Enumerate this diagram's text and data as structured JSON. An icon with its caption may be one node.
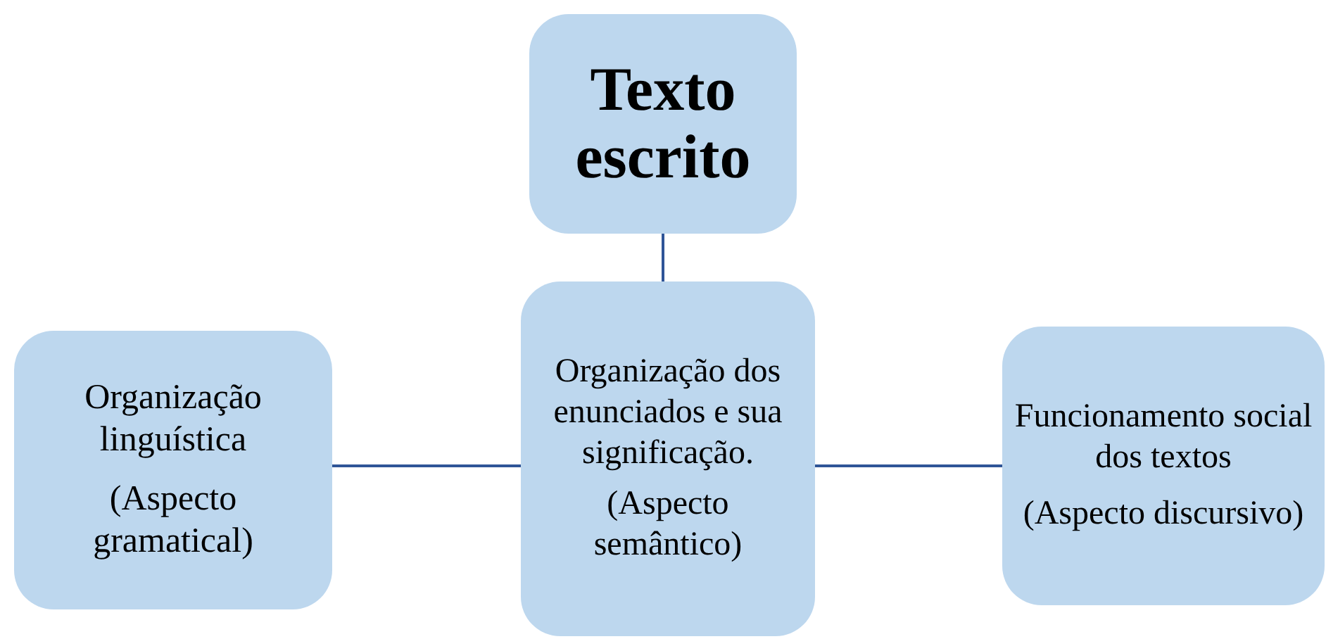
{
  "diagram": {
    "nodes": [
      {
        "text": [
          "Texto escrito"
        ]
      },
      {
        "text": [
          "Organização linguística",
          "(Aspecto gramatical)"
        ]
      },
      {
        "text": [
          "Organização dos enunciados e sua significação.",
          "(Aspecto semântico)"
        ]
      },
      {
        "text": [
          "Funcionamento social dos textos",
          "(Aspecto discursivo)"
        ]
      }
    ],
    "edges": [
      {
        "from": 0,
        "to": 2,
        "arrow": "none"
      },
      {
        "from": 1,
        "to": 2,
        "arrow": "none"
      },
      {
        "from": 2,
        "to": 3,
        "arrow": "none"
      }
    ]
  }
}
